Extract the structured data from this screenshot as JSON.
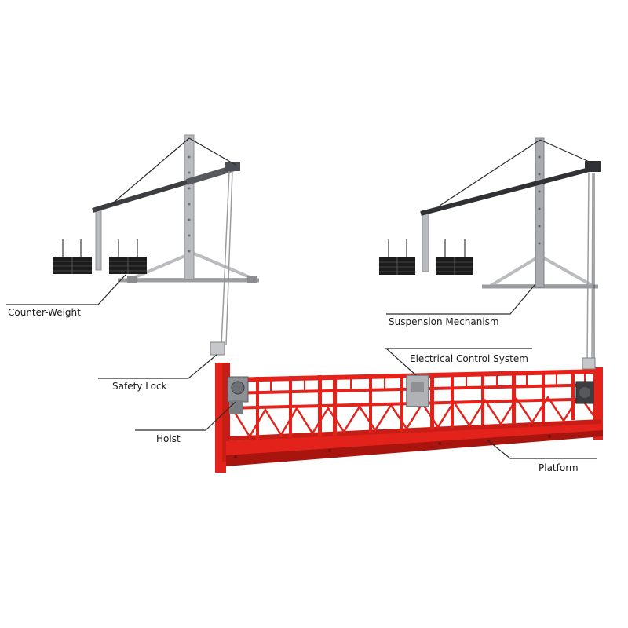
{
  "labels": {
    "counter_weight": "Counter-Weight",
    "suspension_mechanism": "Suspension Mechanism",
    "electrical_control_system": "Electrical Control System",
    "safety_lock": "Safety Lock",
    "hoist": "Hoist",
    "platform": "Platform"
  },
  "colors": {
    "platform_red": "#e3231b",
    "platform_dark": "#a8140e",
    "steel": "#b9bbbf",
    "steel_dark": "#6d7075",
    "beam": "#3b3d40",
    "weight": "#1c1c1c",
    "leader": "#2a2a2a"
  }
}
